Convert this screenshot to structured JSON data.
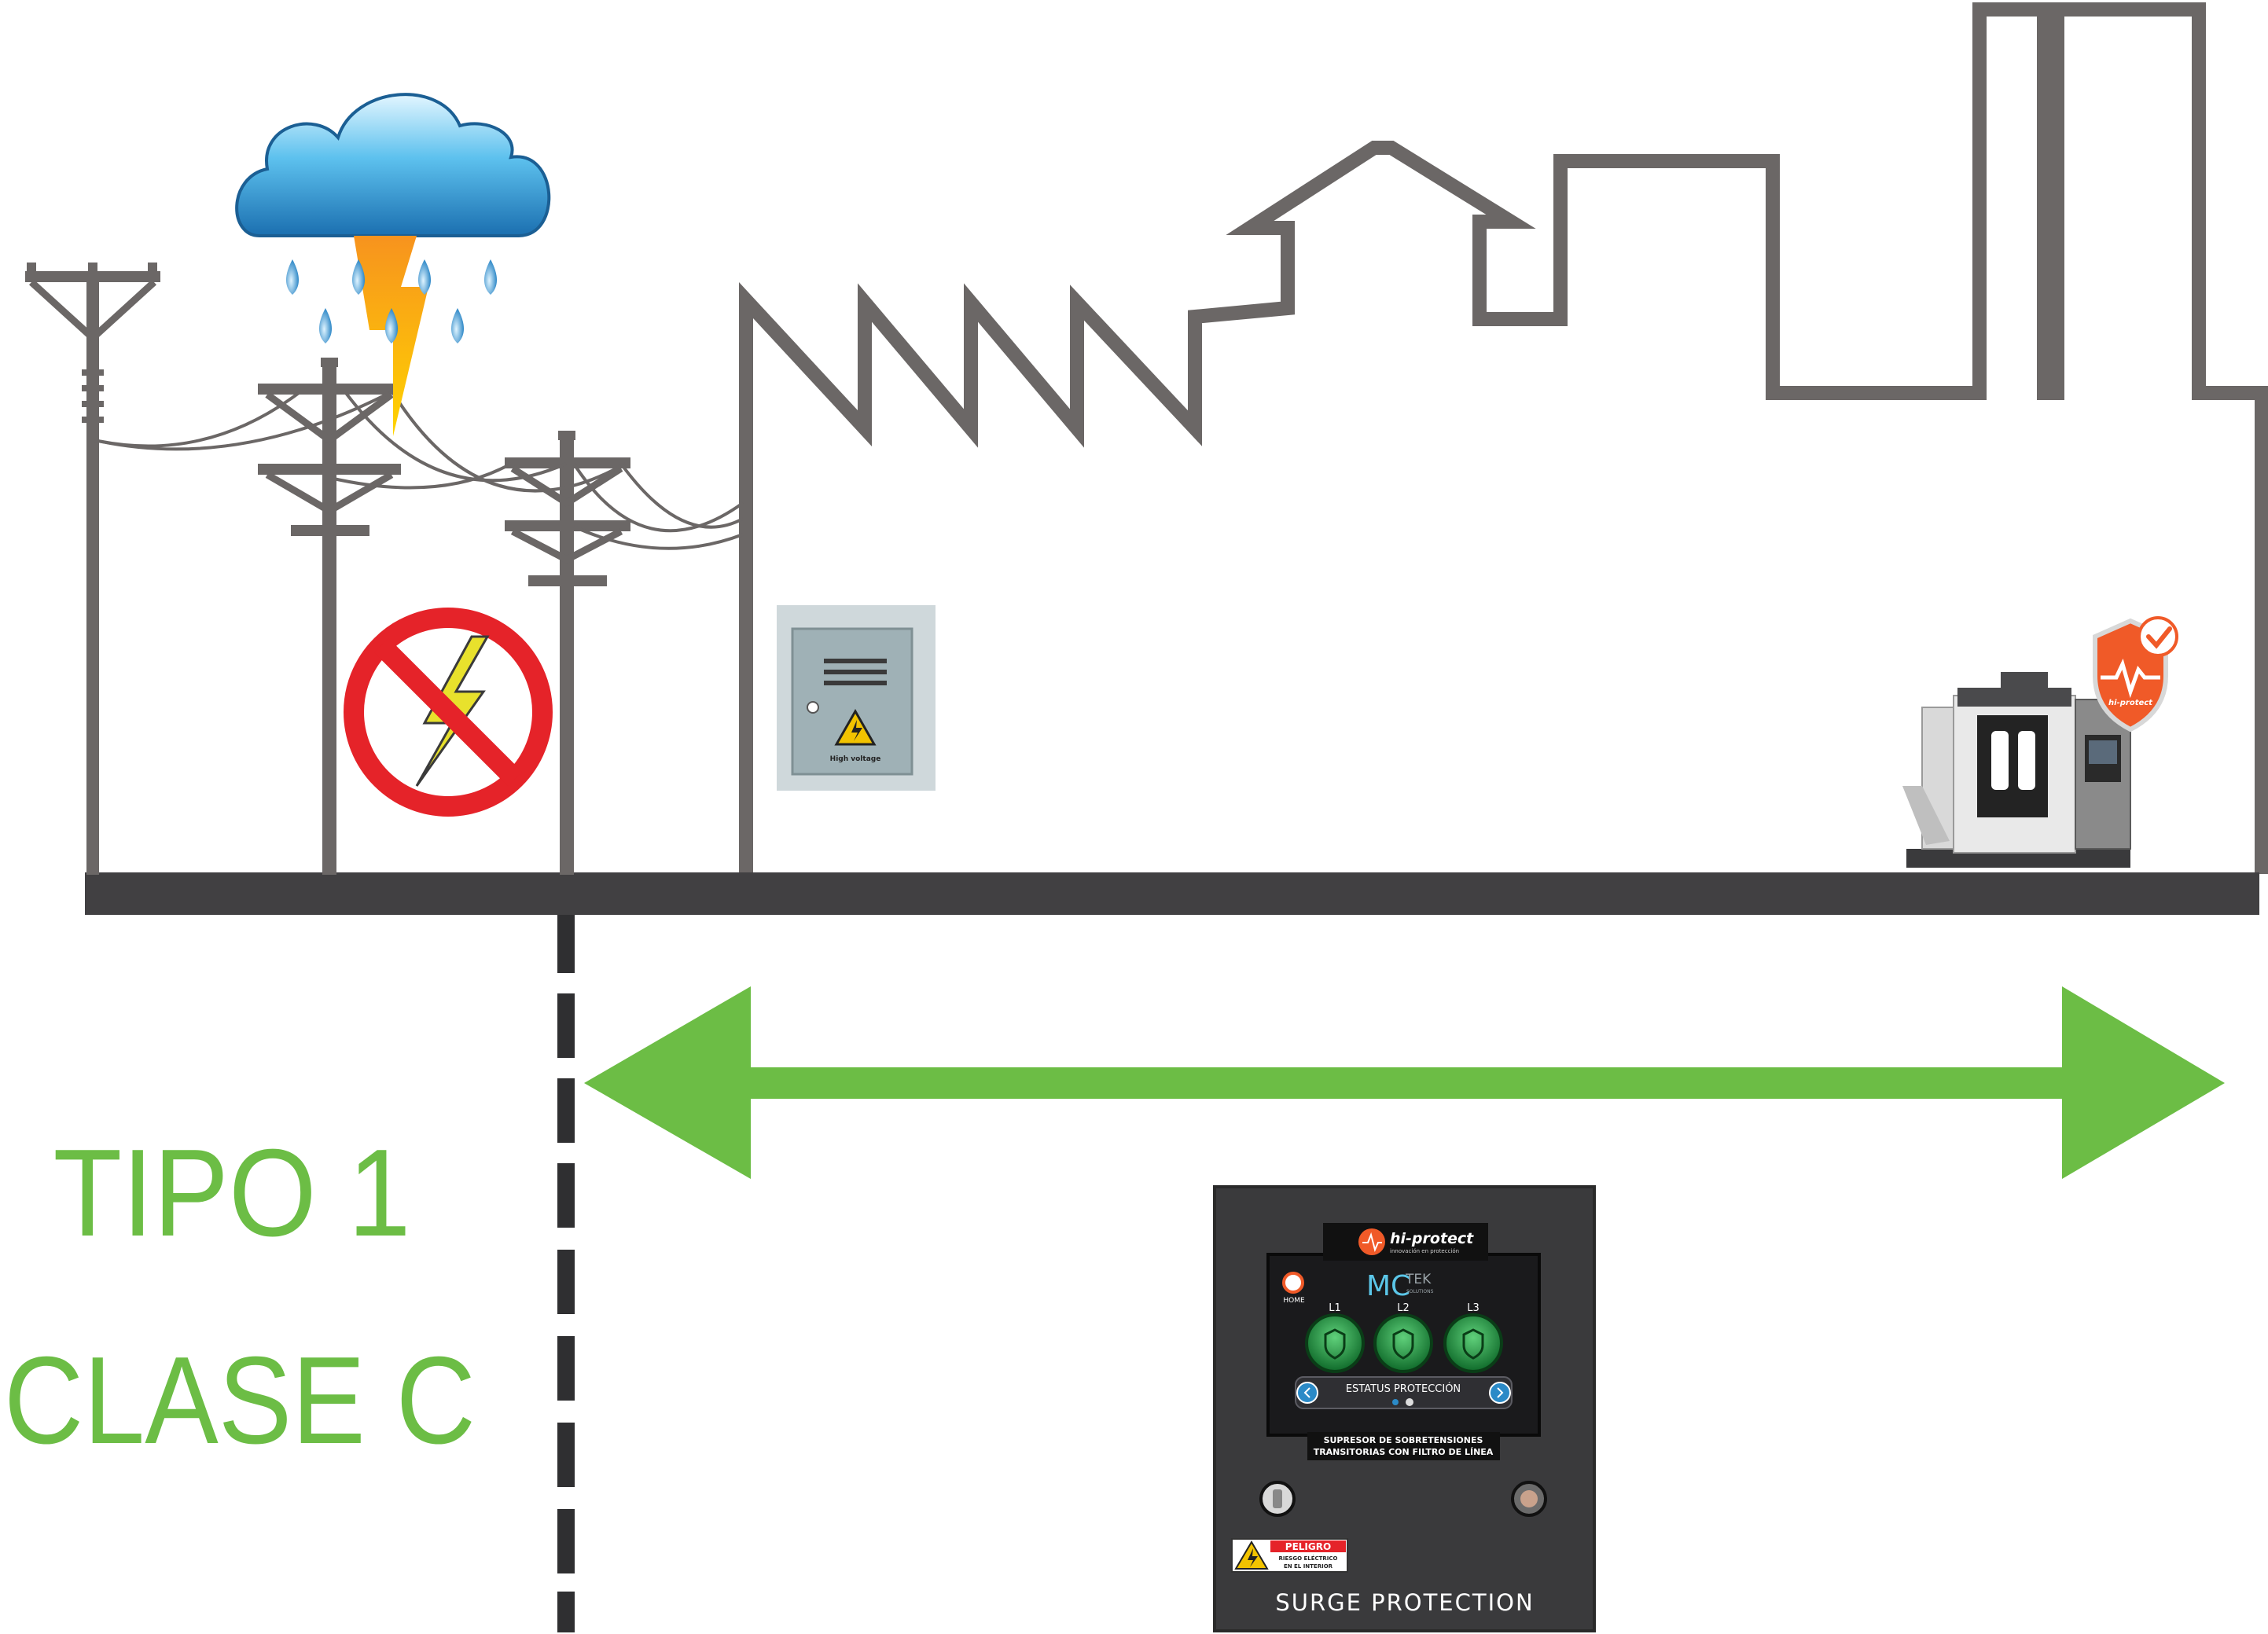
{
  "labels": {
    "type_label": "TIPO 1",
    "class_label": "CLASE C"
  },
  "cabinet": {
    "sign": "High voltage"
  },
  "device": {
    "brand": "hi-protect",
    "brand_tagline": "innovación en protección",
    "screen_brand_main": "MC",
    "screen_brand_sub": "TEK",
    "screen_brand_small": "SOLUTIONS",
    "home_label": "HOME",
    "lines": [
      "L1",
      "L2",
      "L3"
    ],
    "status_label": "ESTATUS PROTECCIÓN",
    "caption_line1": "SUPRESOR DE SOBRETENSIONES",
    "caption_line2": "TRANSITORIAS CON FILTRO DE LÍNEA",
    "warning_title": "PELIGRO",
    "warning_line1": "RIESGO ELÉCTRICO",
    "warning_line2": "EN EL INTERIOR",
    "footer": "SURGE PROTECTION"
  },
  "machine": {
    "badge": "hi-protect"
  },
  "colors": {
    "outline": "#6b6766",
    "ground": "#414042",
    "arrow": "#6cbd45",
    "label": "#6cbd45",
    "prohibit": "#e52329",
    "bolt": "#e8e12c",
    "device_body": "#3a3a3c",
    "brand_orange": "#f05a28"
  }
}
